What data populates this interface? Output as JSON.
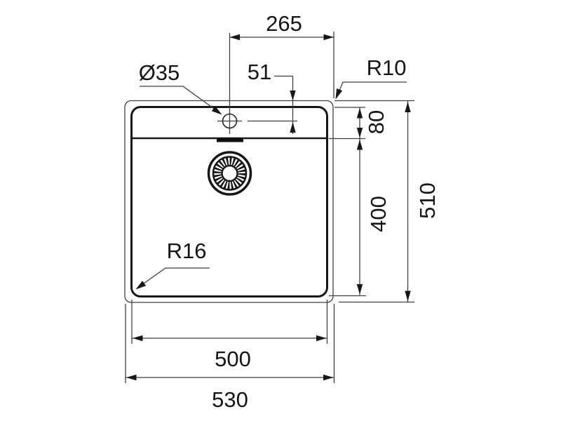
{
  "drawing": {
    "kind": "sink top-view technical drawing",
    "units_shown": "mm"
  },
  "colors": {
    "background": "#ffffff",
    "thin_line": "#3f3f3f",
    "bold_line": "#171717",
    "text": "#141414"
  },
  "labels": {
    "faucet_offset_from_right": "265",
    "faucet_center_from_top": "51",
    "faucet_hole_diameter": "Ø35",
    "outer_corner_radius": "R10",
    "ledge_height": "80",
    "bowl_length": "400",
    "overall_length": "510",
    "bowl_corner_radius": "R16",
    "bowl_width": "500",
    "overall_width": "530"
  }
}
